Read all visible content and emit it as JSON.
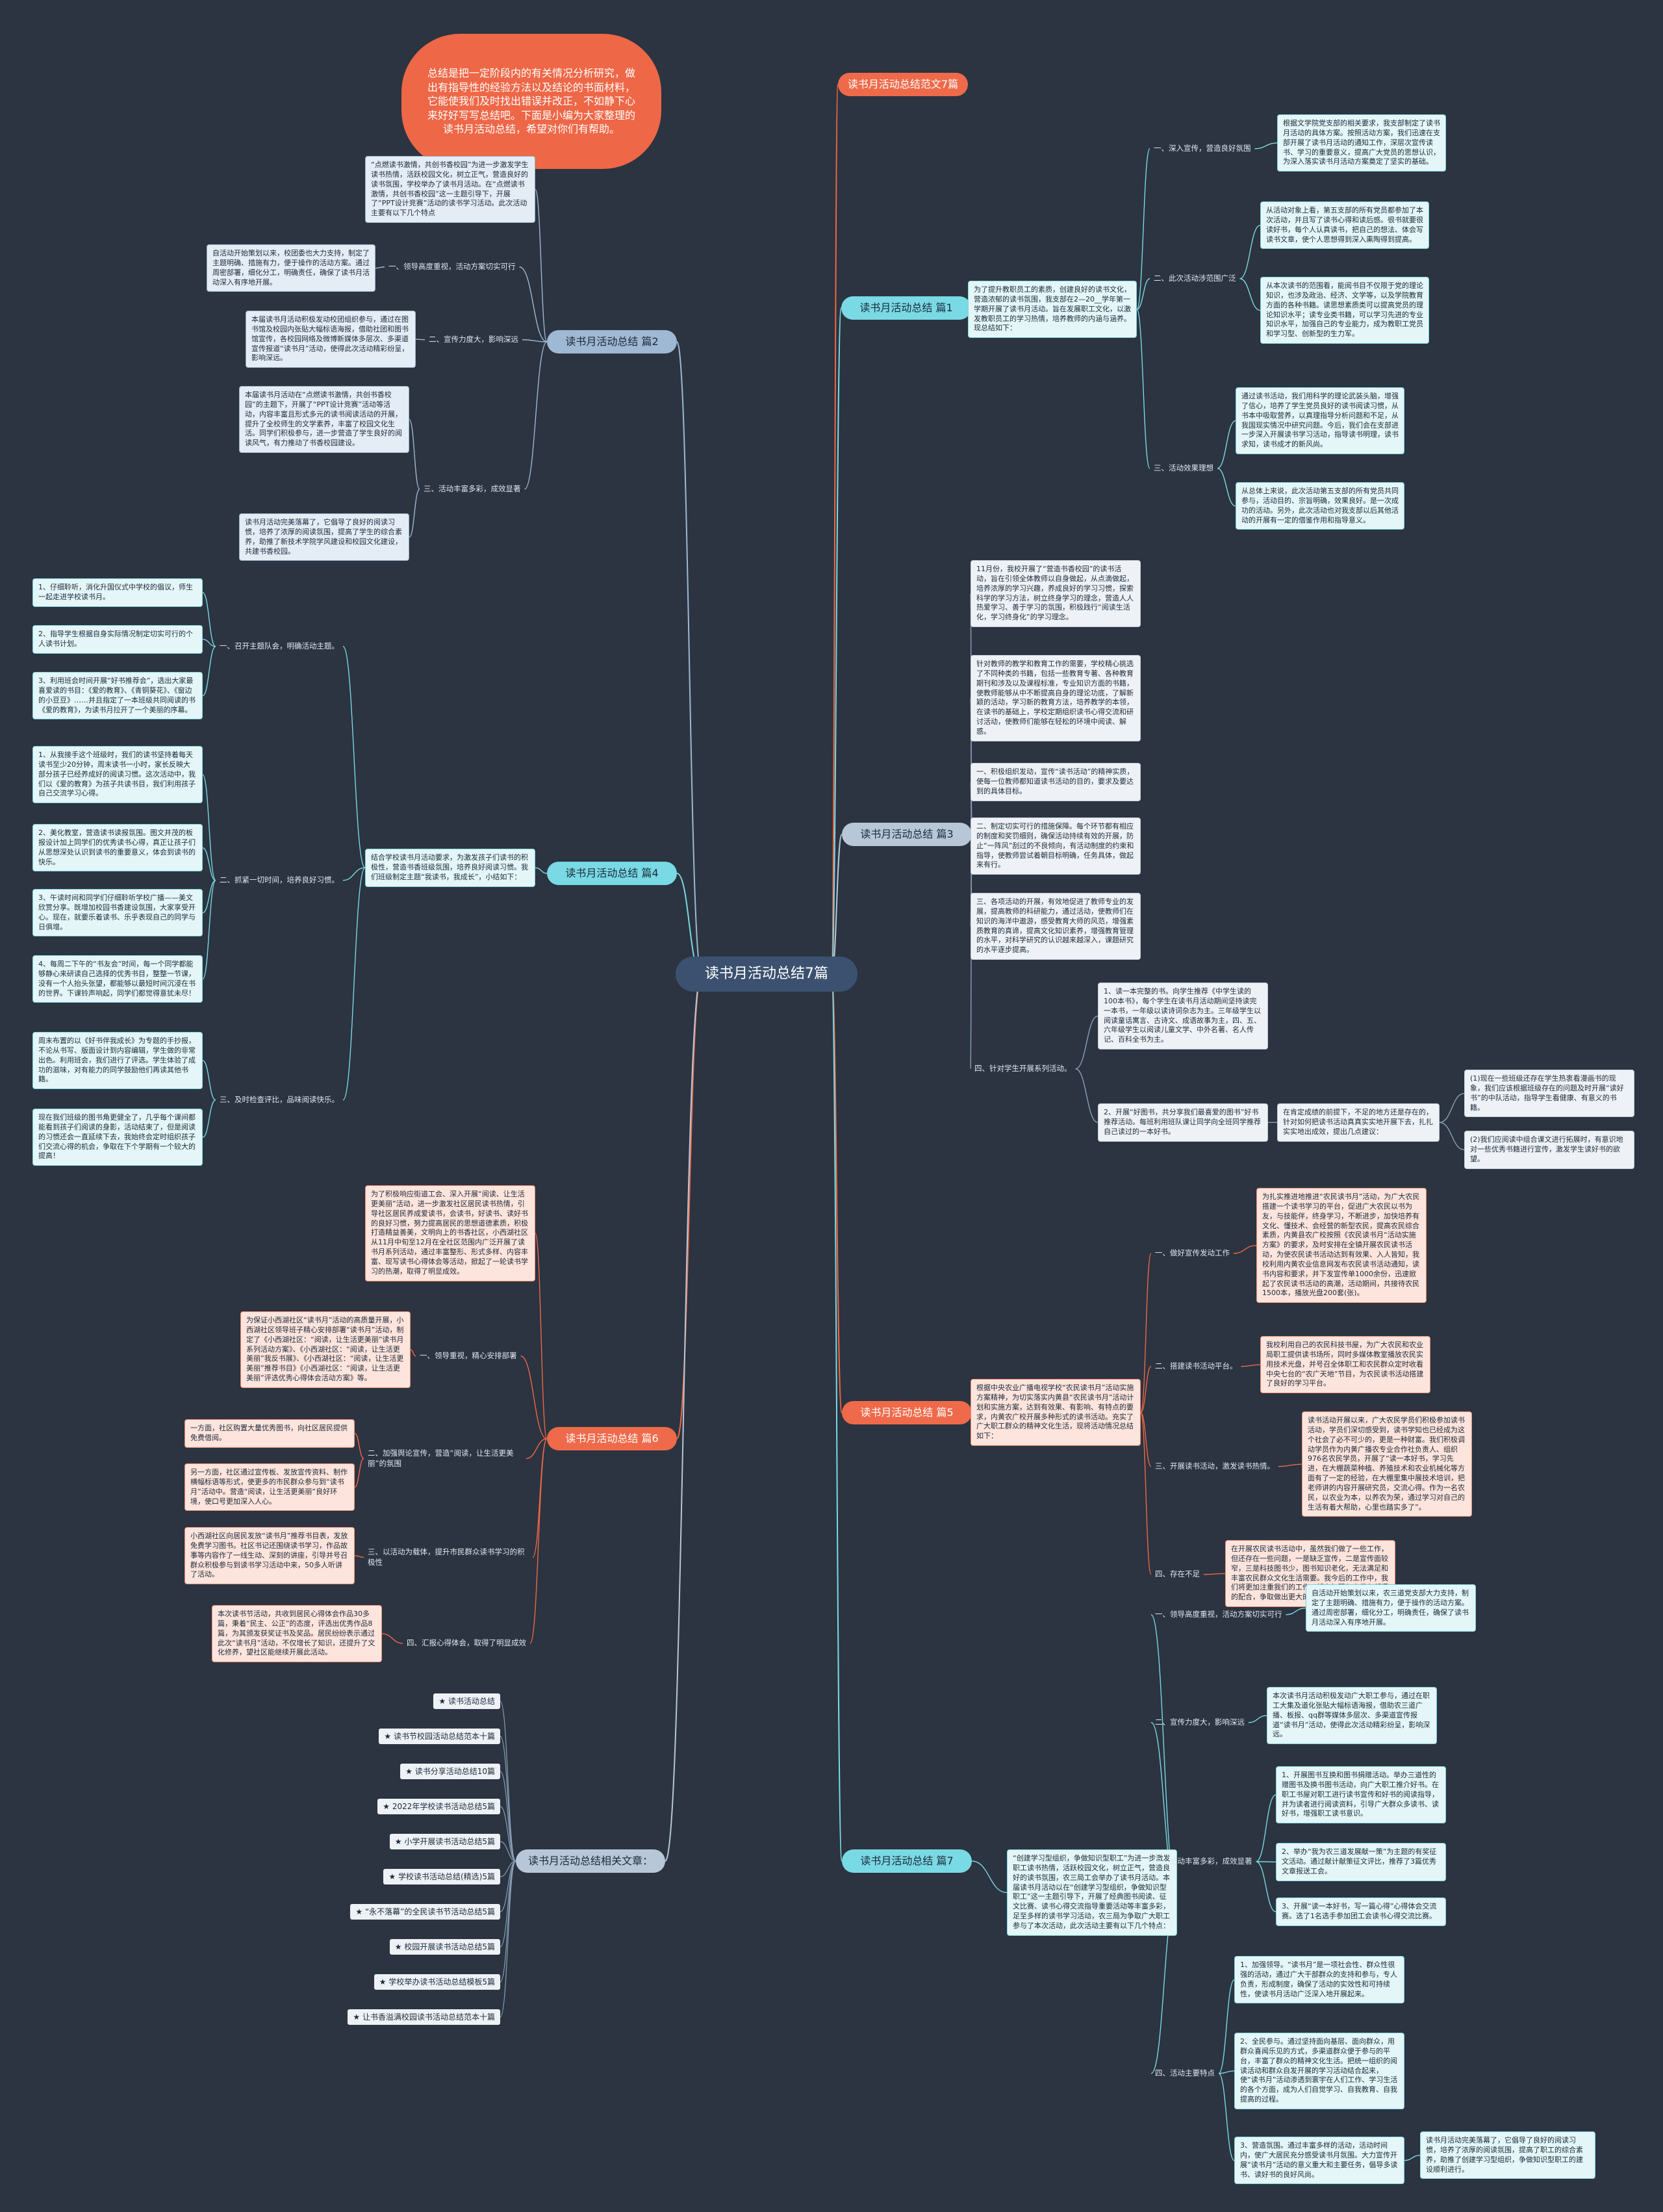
{
  "center": "读书月活动总结7篇",
  "intro": "总结是把一定阶段内的有关情况分析研究，做出有指导性的经验方法以及结论的书面材料，它能使我们及时找出错误并改正，不如静下心来好好写写总结吧。下面是小编为大家整理的读书月活动总结，希望对你们有帮助。",
  "branches": {
    "b0": {
      "title": "读书月活动总结范文7篇"
    },
    "b1": {
      "title": "读书月活动总结 篇1",
      "summary": "为了提升教职员工的素质，创建良好的读书文化，营造浓郁的读书氛围，我支部在2—20__学年第一学期开展了读书月活动。旨在发展职工文化，以激发教职员工的学习热情，培养教师的内涵与涵养。现总结如下：",
      "s1": "一、深入宣传，营造良好氛围",
      "s1_leaf": "根据文学院党支部的相关要求，我支部制定了读书月活动的具体方案。按照活动方案，我们迅速在支部开展了读书月活动的通知工作，深层次宣传读书、学习的重要意义，提高广大党员的思想认识，为深入落实读书月活动方案奠定了坚实的基础。",
      "s2": "二、此次活动涉范围广泛",
      "s2_leaf1": "从活动对象上看，第五支部的所有党员都参加了本次活动，并且写了读书心得和读后感。很书就要很读好书，每个人认真读书，把自己的想法、体会写读书文章，使个人思想得到深入熏陶得到提高。",
      "s2_leaf2": "从本次读书的范围看，能阅书目不仅限于党的理论知识，也涉及政治、经济、文学等，以及学院教育方面的各种书籍。读思想素质类可以提高党员的理论知识水平；读专业类书籍，可以学习先进的专业知识水平，加强自己的专业能力，成为教职工党员和学习型、创新型的生力军。",
      "s3": "三、活动效果理想",
      "s3_leaf1": "通过读书活动，我们用科学的理论武装头脑，增强了信心，培养了学生党员良好的读书阅读习惯，从书本中吸取营养，以真理指导分析问题和不足，从我国现实情况中研究问题。今后，我们会在支部进一步深入开展读书学习活动，指导读书明理，读书求知，读书成才的新风尚。",
      "s3_leaf2": "从总体上来说，此次活动第五支部的所有党员共同参与，活动目的、宗旨明确，效果良好。是一次成功的活动。另外，此次活动也对我支部以后其他活动的开展有一定的借鉴作用和指导意义。"
    },
    "b2": {
      "title": "读书月活动总结 篇2",
      "intro_leaf": "“点燃读书激情，共创书香校园”为进一步激发学生读书热情，活跃校园文化，树立正气，营造良好的读书氛围，学校举办了读书月活动。在“点燃读书激情，共创书香校园”这一主题引导下，开展了“PPT设计竞赛”活动的读书学习活动。此次活动主要有以下几个特点",
      "s1": "一、领导高度重视，活动方案切实可行",
      "s1_leaf": "自活动开始策划以来，校团委也大力支持，制定了主题明确、措施有力，便于操作的活动方案。通过周密部署，细化分工，明确责任，确保了读书月活动深入有序地开展。",
      "s2": "二、宣传力度大，影响深远",
      "s2_leaf": "本届读书月活动积极发动校团组织参与，通过在图书馆及校园内张贴大幅标语海报，借助社团和图书馆宣传，各校园网络及微博新媒体多层次、多渠道宣传报道“读书月”活动，使得此次活动精彩纷呈，影响深远。",
      "s3": "三、活动丰富多彩，成效显著",
      "s3_leaf1": "本届读书月活动在“点燃读书激情，共创书香校园”的主题下，开展了“PPT设计竞赛”活动等活动，内容丰富且形式多元的读书阅读活动的开展，提升了全校师生的文学素养，丰富了校园文化生活。同学们积极参与，进一步营造了学生良好的阅读风气，有力推动了书香校园建设。",
      "s3_leaf2": "读书月活动完美落幕了，它倡导了良好的阅读习惯，培养了浓厚的阅读氛围，提高了学生的综合素养，助推了新技术学院学风建设和校园文化建设，共建书香校园。"
    },
    "b3": {
      "title": "读书月活动总结 篇3",
      "l1": "11月份，我校开展了“营造书香校园”的读书活动，旨在引领全体教师以自身做起，从点滴做起，培养浓厚的学习兴趣，养成良好的学习习惯，探索科学的学习方法，树立终身学习的理念，营造人人热爱学习、善于学习的氛围，积极践行“阅读生活化，学习终身化”的学习理念。",
      "l2": "针对教师的教学和教育工作的需要，学校精心挑选了不同种类的书籍，包括一些教育专著、各种教育期刊和涉及以及课程标准，专业知识方面的书籍，使教师能够从中不断提高自身的理论功底，了解新颖的活动，学习新的教育方法，培养教学的本领，在读书的基础上，学校定期组织读书心得交流和研讨活动，使教师们能够在轻松的环境中阅读、解惑。",
      "l3": "一、积极组织发动，宣传“读书活动”的精神实质，使每一位教师都知道读书活动的目的，要求及要达到的具体目标。",
      "l4": "二、制定切实可行的措施保障。每个环节都有相应的制度和奖罚细则，确保活动持续有效的开展，防止“一阵风”刮过的不良倾向，有活动制度的约束和指导，使教师尝试着朝目标明确，任务具体，做起来有行。",
      "l5": "三、各项活动的开展，有效地促进了教师专业的发展，提高教师的科研能力，通过活动，使教师们在知识的海洋中遨游，感受教育大师的风范，增强素质教育的真谛，提高文化知识素养，增强教育管理的水平，对科学研究的认识越来越深入，课题研究的水平逐步提高。",
      "s4": "四、针对学生开展系列活动。",
      "s4a": "1、读一本完整的书。向学生推荐《中学生读的100本书》，每个学生在读书月活动期间坚持读完一本书，一年级以读诗词杂志为主。三年级学生以阅读童话寓言、古诗文、成语故事为主，四、五、六年级学生以阅读儿童文学、中外名著、名人传记、百科全书为主。",
      "s4b": "2、开展“好图书，共分享我们最喜爱的图书”好书推荐活动。每班利用班队课让同学向全班同学推荐自己读过的一本好书。",
      "s4b_leaf": "在肯定成绩的前提下，不足的地方还是存在的，针对如何把读书活动真真实实地开展下去，扎扎实实地出成效，提出几点建议：",
      "s4b_l1": "(1)现在一些班级还存在学生热衷看漫画书的现象，我们应该根据班级存在的问题及时开展“读好书”的中队活动，指导学生看健康、有意义的书籍。",
      "s4b_l2": "(2)我们应阅读中组合课文进行拓展时，有意识地对一些优秀书籍进行宣传，激发学生读好书的欲望。"
    },
    "b4": {
      "title": "读书月活动总结 篇4",
      "summary": "结合学校读书月活动要求，为激发孩子们读书的积极性，营造书香班级氛围，培养良好阅读习惯。我们班级制定主题“我读书，我成长”，小结如下：",
      "s1": "一、召开主题队会，明确活动主题。",
      "s1_l1": "1、仔细聆听，消化升国仪式中学校的倡议，师生一起走进学校读书月。",
      "s1_l2": "2、指导学生根据自身实际情况制定切实可行的个人读书计划。",
      "s1_l3": "3、利用班会时间开展“好书推荐会”，选出大家最喜爱读的书目：《爱的教育》、《青铜葵花》、《窗边的小豆豆》……并且指定了一本班级共同阅读的书《爱的教育》，为读书月拉开了一个美丽的序幕。",
      "s2": "二、抓紧一切时间，培养良好习惯。",
      "s2_l1": "1、从我接手这个班级时，我们的读书坚持着每天读书至少20分钟，周末读书一小时，家长反映大部分孩子已经养成好的阅读习惯。这次活动中，我们以《爱的教育》为孩子共读书目，我们利用孩子自己交流学习心得。",
      "s2_l2": "2、美化教室，营造读书读报氛围。图文并茂的板报设计加上同学们的优秀读书心得，真正让孩子们从思想深处认识到读书的重要意义，体会到读书的快乐。",
      "s2_l3": "3、午读时间和同学们仔细聆听学校广播——美文欣赏分享。既增加校园书香建设氛围，大家享受开心。现在，就要乐着读书、乐乎表现自己的同学与日俱增。",
      "s2_l4": "4、每周二下午的“书友会”时间，每一个同学都能够静心来研读自己选择的优秀书目，整整一节课，没有一个人抬头张望，都能够以最短时间沉浸在书的世界。下课铃声响起，同学们都觉得意犹未尽！",
      "s3": "三、及时检查评比，品味阅读快乐。",
      "s3_l1": "周末布置的以《好书伴我成长》为专题的手抄报，不论从书写、版面设计到内容编辑，学生做的非常出色。利用班会，我们进行了评选。学生体验了成功的滋味，对有能力的同学鼓励他们再读其他书籍。",
      "s3_l2": "现在我们班级的图书角更健全了，几乎每个课间都能看到孩子们阅读的身影，活动结束了，但是阅读的习惯还会一直延续下去，我始终会定时组织孩子们交流心得的机会，争取在下个学期有一个较大的提高！"
    },
    "b5": {
      "title": "读书月活动总结 篇5",
      "summary": "根据中央农业广播电视学校“农民读书月”活动实施方案精神，为切实落实内黄县“农民读书月”活动计划和实施方案，达到有效果、有影响、有特点的要求，内黄农广校开展多种形式的读书活动。充实了广大职工群众的精神文化生活，现将活动情况总结如下：",
      "s1": "一、做好宣传发动工作",
      "s1_leaf": "为扎实推进地推进“农民读书月”活动，为广大农民搭建一个读书学习的平台，促进广大农民以书为友，与技能伴，终身学习，不断进步，加快培养有文化、懂技术、会经营的新型农民，提高农民综合素质，内黄县农广校按照《农民读书月“活动实施方案》的要求，及时安排在全镇开展农民读书活动，为使农民读书活动达到有效果、入人皆知，我校利用内黄农业信息网发布农民读书活动通知，读书内容和要求，并下发宣传单1000余份，迅速掀起了农民读书活动的高潮，活动期间，共接待农民1500本，播放光盘200套(张)。",
      "s2": "二、搭建读书活动平台。",
      "s2_leaf": "我校利用自己的农民科技书屋，为广大农民和农业局职工提供读书场所，同时多媒体教室播放农民实用技术光盘，并号召全体职工和农民群众定时收看中央七台的“农广天地”节目，为农民读书活动搭建了良好的学习平台。",
      "s3": "三、开展读书活动，激发读书热情。",
      "s3_leaf": "读书活动开展以来，广大农民学员们积极参加读书活动，学员们深切感受到，读书学知也已经成为这个社会了必不可少的，更是一种财富。我们积极调动学员作为内黄广播农专业合作社负责人、组织976名农民学员，开展了“读一本好书，学习先进，在大棚蔬菜种植、养殖技术和农业机械化等方面有了一定的经验，在大棚里集中展技术培训，把老师讲的内容开展研究员，交流心得。作为一名农民，以农业为本，以养农为荣，通过学习对自己的生活有着大帮助，心里也踏实多了”。",
      "s4": "四、存在不足",
      "s4_leaf": "在开展农民读书活动中，虽然我们做了一些工作，但还存在一些问题，一是缺乏宣传，二是宣传面较窄，三是科技图书少，图书知识老化，无法满足和丰富农民群众文化生活需要。我今后的工作中，我们将更加注重我们的工作，努力加强与上级各部门的配合，争取做出更大的成绩。"
    },
    "b6": {
      "title": "读书月活动总结 篇6",
      "intro_leaf": "为了积极响应街道工会、深入开展“阅读、让生活更美丽”活动，进一步激发社区居民读书热情，引导社区居民养成爱读书，会读书，好读书、读好书的良好习惯，努力提高居民的思想道德素质，积极打造精益善美，文明向上的书香社区，小西湖社区从11月中旬至12月在全社区范围内广泛开展了读书月系列活动，通过丰富整形、形式多样、内容丰富、现写读书心得体会等活动，掀起了一轮读书学习的热潮，取得了明显成效。",
      "s1": "一、领导重视，精心安排部署",
      "s1_leaf": "为保证小西湖社区“读书月”活动的高质量开展，小西湖社区领导班子精心安排部署“读书月”活动，制定了《小西湖社区：“阅读，让生活更美丽”读书月系列活动方案》、《小西湖社区：“阅读，让生活更美丽”我反书展》、《小西湖社区：“阅读，让生活更美丽”推荐书目》《小西湖社区：“阅读，让生活更美丽”评选优秀心得体会活动方案》等。",
      "s2": "二、加强舆论宣传，营造“阅读，让生活更美丽”的氛围",
      "s2_l1": "一方面，社区购置大量优秀图书，向社区居民提供免费借阅。",
      "s2_l2": "另一方面，社区通过宣传板、发放宣传资料、制作横幅标语等形式，使更多的市民群众参与到“读书月”活动中。营造“阅读，让生活更美丽”良好环境，使口号更加深入人心。",
      "s3": "三、以活动为载体，提升市民群众读书学习的积极性",
      "s3_leaf": "小西湖社区向居民发放“读书月”推荐书目表，发放免费学习图书。社区书记还围绕读书学习，作品故事等内容作了一线生动、深刻的讲座，引导并号召群众积极参与到读书学习活动中来，50多人听讲了活动。",
      "s4": "四、汇报心得体会，取得了明显成效",
      "s4_leaf": "本次读书节活动，共收到居民心得体会作品30多篇，秉着“民主、公正”的态度，评选出优秀作品8篇，为其颁发获奖证书及奖品。居民纷纷表示通过此次“读书月”活动，不仅增长了知识，还提升了文化修养，望社区能继续开展此活动。"
    },
    "b7": {
      "title": "读书月活动总结 篇7",
      "summary": "“创建学习型组织，争做知识型职工”为进一步激发职工读书热情，活跃校园文化，树立正气，营造良好的读书氛围，农三局工会举办了读书月活动。本届读书月活动以在“创建学习型组织，争做知识型职工”这一主题引导下，开展了经典图书阅读、征文比赛、读书心得交流指导重要活动等丰富多彩，足至多样的读书学习活动，农三局为争取广大职工参与了本次活动，此次活动主要有以下几个特点：",
      "s1": "一、领导高度重视，活动方案切实可行",
      "s1_leaf": "自活动开始策划以来，农三道党支部大力支持，制定了主题明确、措施有力，便于操作的活动方案。通过周密部署，细化分工，明确责任，确保了读书月活动深入有序地开展。",
      "s2": "二、宣传力度大，影响深远",
      "s2_leaf": "本次读书月活动积极发动广大职工参与，通过在职工大集及道化张贴大幅标语海报，借助农三道广播、板报、qq群等媒体多层次、多渠道宣传报道“读书月”活动，使得此次活动精彩纷呈，影响深远。",
      "s3": "三、活动丰富多彩，成效显著",
      "s3_l1": "1、开展图书互换和图书捐赠活动。举办三道性的赠图书及换书图书活动，向广大职工推介好书。在职工书屋对职工进行读书宣传和好书的阅读指导，并为读者进行阅读资料，引导广大群众多读书、读好书，增强职工读书意识。",
      "s3_l2": "2、举办“我为农三道发展献一策”为主题的有奖征文活动。通过献计献策征文评比，推荐了3篇优秀文章报送工会。",
      "s3_l3": "3、开展“读一本好书，写一篇心得”心得体会交流赛。选了1名选手参加团工会读书心得交流比赛。",
      "s4": "四、活动主要特点",
      "s4_l1": "1、加强领导。“读书月”是一项社会性、群众性很强的活动，通过广大干部群众的支持和参与，专人负责，形成制度，确保了活动的实效性和可持续性，使读书月活动广泛深入地开展起来。",
      "s4_l2": "2、全民参与。通过坚持面向基层、面向群众，用群众喜闻乐见的方式，多渠道群众便于参与的平台，丰富了群众的精神文化生活。把统一组织的阅读活动和群众自发开展的学习活动结合起来，使“读书月”活动渗透到寰宇在人们工作、学习生活的各个方面，成为人们自觉学习、自我教育、自我提高的过程。",
      "s4_l3": "3、营造氛围。通过丰富多样的活动，活动时间内，使广大居民充分感受读书月氛围。大力宣传开展“读书月”活动的意义重大和主要任务，倡导多读书、读好书的良好风尚。",
      "s4_l4": "读书月活动完美落幕了，它倡导了良好的阅读习惯，培养了浓厚的阅读氛围，提高了职工的综合素养，助推了创建学习型组织，争做知识型职工的建设顺利进行。"
    },
    "related": {
      "title": "读书月活动总结相关文章：",
      "items": [
        "★ 读书活动总结",
        "★ 读书节校园活动总结范本十篇",
        "★ 读书分享活动总结10篇",
        "★ 2022年学校读书活动总结5篇",
        "★ 小学开展读书活动总结5篇",
        "★ 学校读书活动总结(精选)5篇",
        "★ “永不落幕”的全民读书节活动总结5篇",
        "★ 校园开展读书活动总结5篇",
        "★ 学校举办读书活动总结模板5篇",
        "★ 让书香溢满校园读书活动总结范本十篇"
      ]
    }
  },
  "colors": {
    "background": "#2b3440",
    "center": "#3b516f",
    "accent_red": "#ee6747",
    "accent_cyan": "#79d9e4",
    "accent_blue": "#9fb8d3",
    "link": "#8aa0b8"
  }
}
